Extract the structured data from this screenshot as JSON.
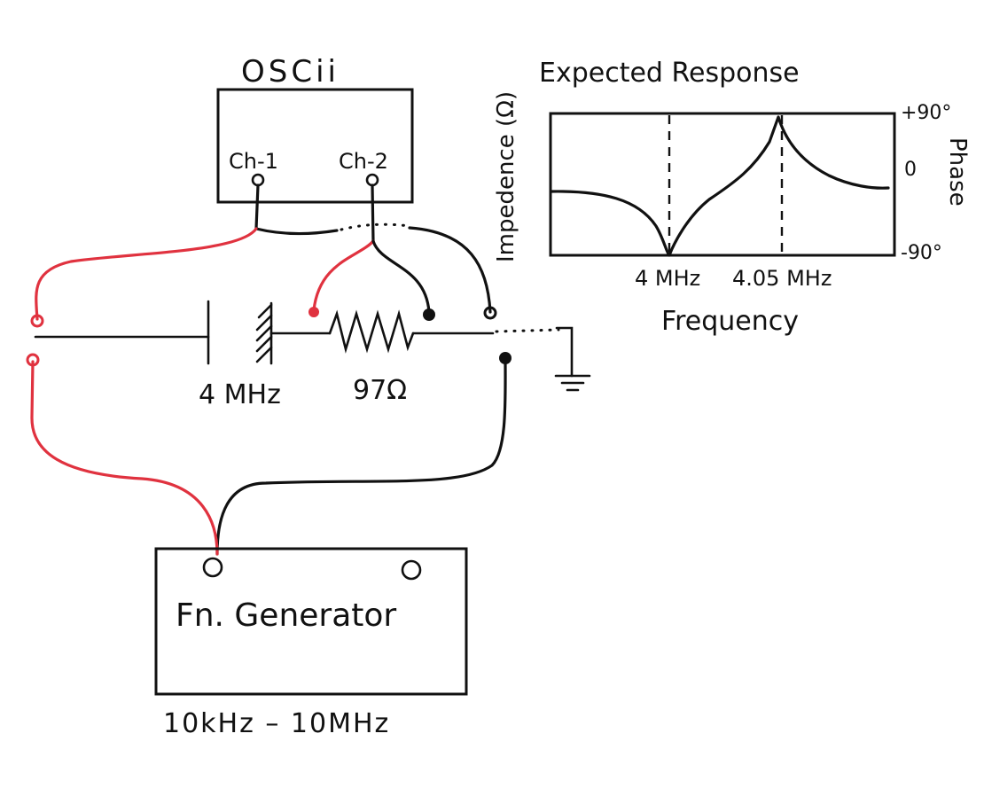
{
  "oscilloscope": {
    "title": "OSCii",
    "ch1_label": "Ch-1",
    "ch2_label": "Ch-2"
  },
  "components": {
    "crystal_label": "4 MHz",
    "resistor_label": "97Ω"
  },
  "generator": {
    "title": "Fn. Generator",
    "range": "10kHz – 10MHz"
  },
  "graph": {
    "title": "Expected Response",
    "ylabel_left": "Impedence (Ω)",
    "ylabel_right": "Phase",
    "xlabel": "Frequency",
    "tick_left_marker": "4 MHz",
    "tick_right_marker": "4.05 MHz",
    "phase_ticks": [
      "+90°",
      "0",
      "-90°"
    ]
  },
  "colors": {
    "ink": "#111111",
    "red_lead": "#e0323f",
    "background": "#ffffff"
  }
}
